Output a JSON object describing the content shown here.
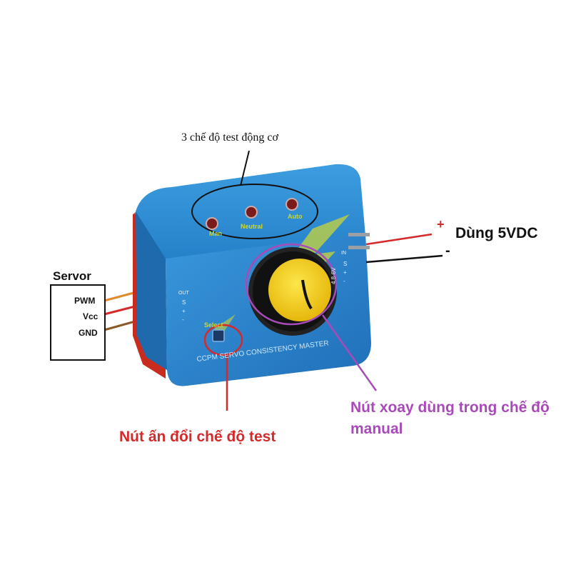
{
  "annotations": {
    "modes_title": "3 chế độ test động cơ",
    "power_label": "Dùng 5VDC",
    "power_plus": "+",
    "power_minus": "-",
    "servo_box_title": "Servor",
    "servo_pins": [
      "PWM",
      "Vcc",
      "GND"
    ],
    "button_label": "Nút ấn đổi chế độ test",
    "knob_label": "Nút xoay dùng trong chế độ manual"
  },
  "device": {
    "leds": [
      "Man",
      "Neutral",
      "Auto"
    ],
    "select_label": "Select",
    "brand_text": "CCPM SERVO CONSISTENCY MASTER",
    "out_port": [
      "OUT",
      "S",
      "+",
      "-"
    ],
    "in_port": [
      "IN",
      "S",
      "+",
      "-",
      "4.8-6V"
    ]
  },
  "colors": {
    "case_blue": "#2f8fd6",
    "knob_yellow": "#f6d21c",
    "annotation_red": "#d42a2a",
    "annotation_purple": "#a84bb8"
  }
}
